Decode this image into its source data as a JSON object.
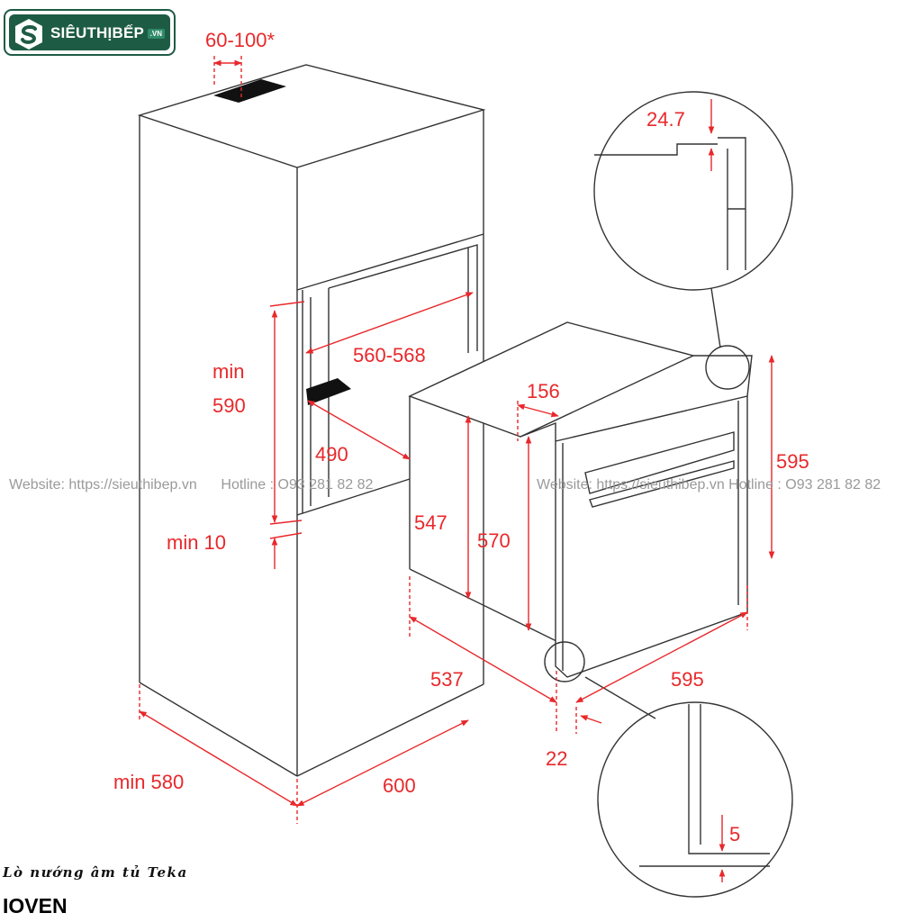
{
  "brand": {
    "name": "SIÊUTHỊBẾP",
    "suffix": ".VN"
  },
  "dimensions": {
    "gap_top": "60-100*",
    "niche_width": "560-568",
    "niche_min_height_line1": "min",
    "niche_min_height_line2": "590",
    "niche_depth": "490",
    "min_bottom_gap": "min 10",
    "cabinet_depth": "min 580",
    "cabinet_width": "600",
    "oven_body_height": "547",
    "oven_inner_height": "570",
    "oven_top_step": "156",
    "oven_total_height": "595",
    "oven_depth": "537",
    "oven_front_offset": "22",
    "oven_width": "595",
    "detail_top": "24.7",
    "detail_bottom": "5"
  },
  "watermark": {
    "left": "Website: https://sieuthibep.vn      Hotline : O93 281 82 82",
    "right": "Website: https://sieuthibep.vn Hotline : O93 281 82 82"
  },
  "caption": {
    "subtitle": "Lò nướng âm tủ Teka",
    "title": "IOVEN"
  }
}
